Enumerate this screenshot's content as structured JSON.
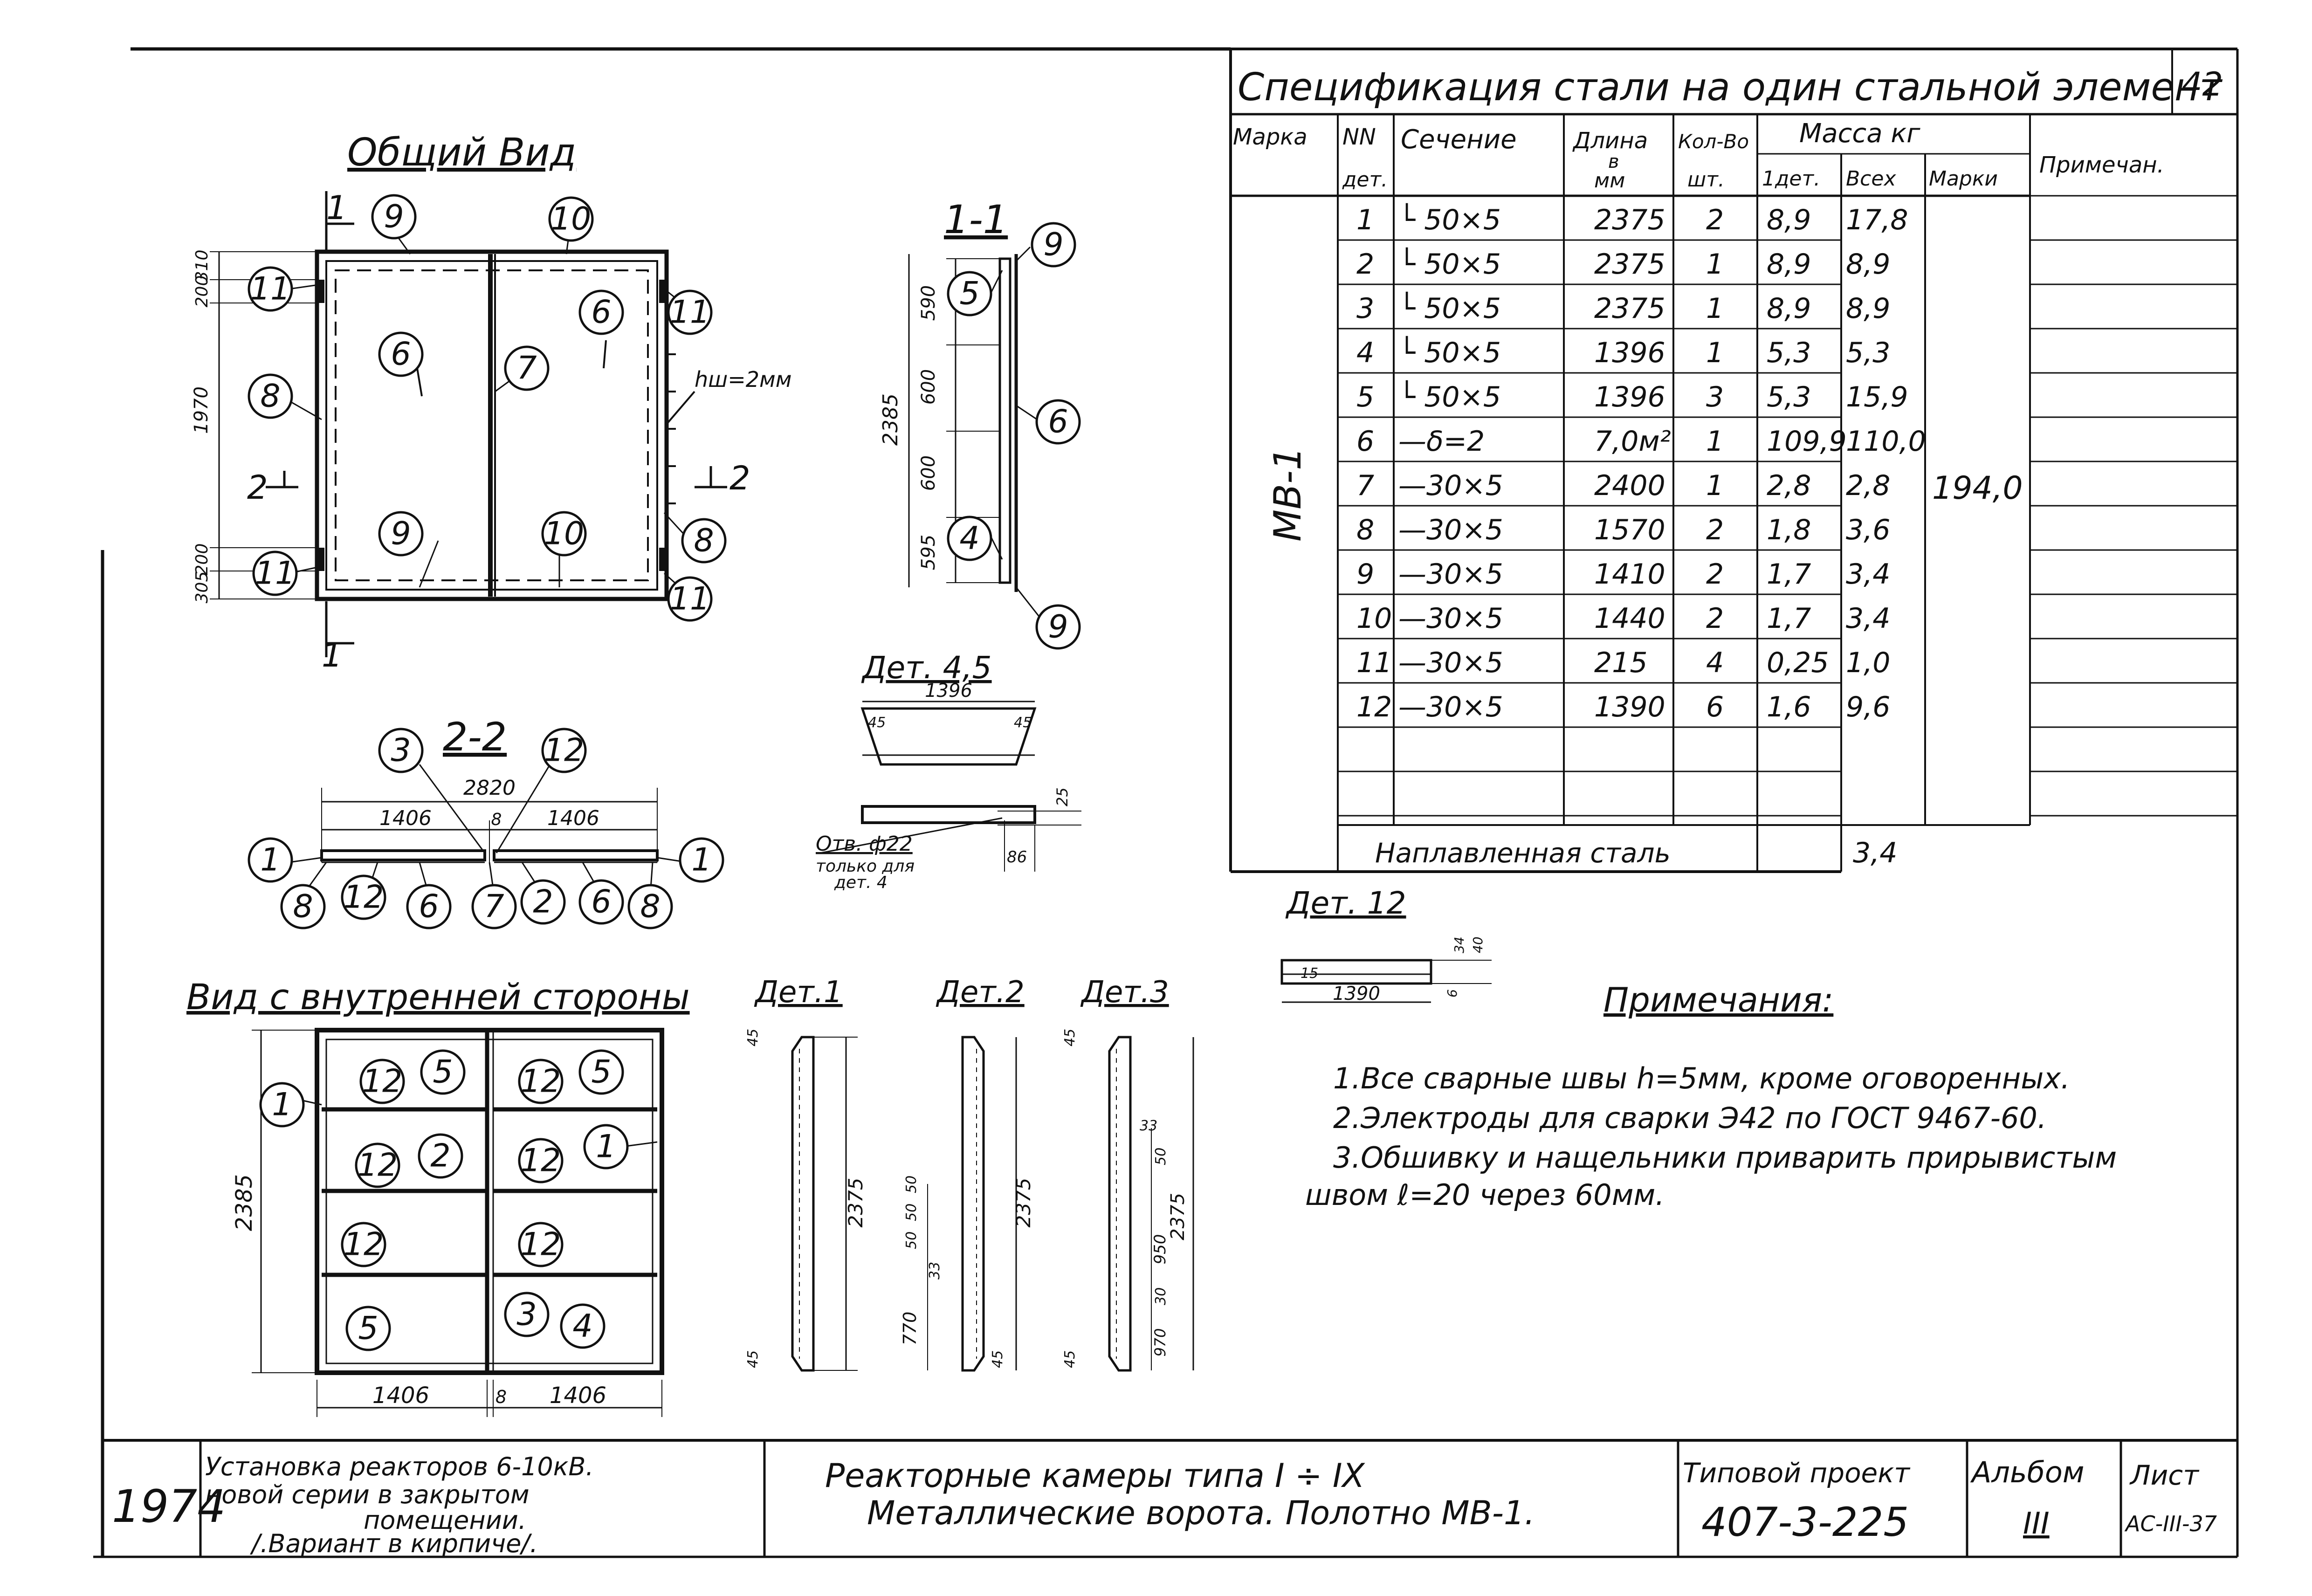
{
  "sheet_number": "42",
  "spec": {
    "title": "Спецификация стали на один стальной элемент",
    "headers": {
      "mark": "Марка",
      "det_no": "NN",
      "det_no2": "дет.",
      "section": "Сечение",
      "length": "Длина",
      "length2": "в",
      "length_unit": "мм",
      "qty": "Кол-Во",
      "qty_unit": "шт.",
      "mass": "Масса кг",
      "mass_one": "1дет.",
      "mass_all": "Всех",
      "mass_mark": "Марки",
      "notes": "Примечан."
    },
    "mark": "МВ-1",
    "mark_total": "194,0",
    "rows": [
      {
        "n": "1",
        "section": "└ 50×5",
        "length": "2375",
        "qty": "2",
        "m1": "8,9",
        "mall": "17,8"
      },
      {
        "n": "2",
        "section": "└ 50×5",
        "length": "2375",
        "qty": "1",
        "m1": "8,9",
        "mall": "8,9"
      },
      {
        "n": "3",
        "section": "└ 50×5",
        "length": "2375",
        "qty": "1",
        "m1": "8,9",
        "mall": "8,9"
      },
      {
        "n": "4",
        "section": "└ 50×5",
        "length": "1396",
        "qty": "1",
        "m1": "5,3",
        "mall": "5,3"
      },
      {
        "n": "5",
        "section": "└ 50×5",
        "length": "1396",
        "qty": "3",
        "m1": "5,3",
        "mall": "15,9"
      },
      {
        "n": "6",
        "section": "—δ=2",
        "length": "7,0м²",
        "qty": "1",
        "m1": "109,9",
        "mall": "110,0"
      },
      {
        "n": "7",
        "section": "—30×5",
        "length": "2400",
        "qty": "1",
        "m1": "2,8",
        "mall": "2,8"
      },
      {
        "n": "8",
        "section": "—30×5",
        "length": "1570",
        "qty": "2",
        "m1": "1,8",
        "mall": "3,6"
      },
      {
        "n": "9",
        "section": "—30×5",
        "length": "1410",
        "qty": "2",
        "m1": "1,7",
        "mall": "3,4"
      },
      {
        "n": "10",
        "section": "—30×5",
        "length": "1440",
        "qty": "2",
        "m1": "1,7",
        "mall": "3,4"
      },
      {
        "n": "11",
        "section": "—30×5",
        "length": "215",
        "qty": "4",
        "m1": "0,25",
        "mall": "1,0"
      },
      {
        "n": "12",
        "section": "—30×5",
        "length": "1390",
        "qty": "6",
        "m1": "1,6",
        "mall": "9,6"
      }
    ],
    "weld_label": "Наплавленная сталь",
    "weld_value": "3,4"
  },
  "views": {
    "general": "Общий Вид",
    "section11": "1-1",
    "section22": "2-2",
    "inner": "Вид с внутренней стороны",
    "det45": "Дет. 4,5",
    "det12": "Дет. 12",
    "det1": "Дет.1",
    "det2": "Дет.2",
    "det3": "Дет.3",
    "hole_note_1": "Отв. ф22",
    "hole_note_2": "только для",
    "hole_note_3": "дет. 4",
    "weld_hw": "hш=2мм",
    "cut1": "1",
    "cut2": "2"
  },
  "dims": {
    "gen_h1": "310",
    "gen_h2": "200",
    "gen_h3": "1970",
    "gen_h4": "200",
    "gen_h5": "305",
    "s11_590": "590",
    "s11_600a": "600",
    "s11_600b": "600",
    "s11_595": "595",
    "s11_total": "2385",
    "s22_total": "2820",
    "s22_left": "1406",
    "s22_gap": "8",
    "s22_right": "1406",
    "d45_len": "1396",
    "d45_45a": "45",
    "d45_45b": "45",
    "d45_25": "25",
    "d45_86": "86",
    "d12_len": "1390",
    "d12_15": "15",
    "d12_34": "34",
    "d12_40": "40",
    "d12_6": "6",
    "inner_h": "2385",
    "inner_w1": "1406",
    "inner_gap": "8",
    "inner_w2": "1406",
    "d1_len": "2375",
    "d1_45a": "45",
    "d1_45b": "45",
    "d2_len": "2375",
    "d2_50a": "50",
    "d2_50b": "50",
    "d2_50c": "50",
    "d2_33": "33",
    "d2_770": "770",
    "d2_45": "45",
    "d3_len": "2375",
    "d3_45a": "45",
    "d3_33": "33",
    "d3_50a": "50",
    "d3_950": "950",
    "d3_30": "30",
    "d3_970": "970",
    "d3_45b": "45"
  },
  "notes": {
    "title": "Примечания:",
    "n1": "1.Все сварные швы h=5мм, кроме оговоренных.",
    "n2": "2.Электроды для сварки Э42 по ГОСТ 9467-60.",
    "n3": "3.Обшивку и нащельники приварить прирывистым",
    "n4": "швом ℓ=20 через 60мм."
  },
  "title_block": {
    "year": "1974",
    "desc1": "Установка реакторов 6-10кВ.",
    "desc2": "новой серии в закрытом",
    "desc3": "помещении.",
    "desc4": "/.Вариант в кирпиче/.",
    "main1": "Реакторные камеры типа I ÷ IX",
    "main2": "Металлические ворота. Полотно МВ-1.",
    "project_label": "Типовой проект",
    "project_value": "407-3-225",
    "album_label": "Альбом",
    "album_value": "III",
    "sheet_label": "Лист",
    "sheet_value": "АС-III-37"
  }
}
